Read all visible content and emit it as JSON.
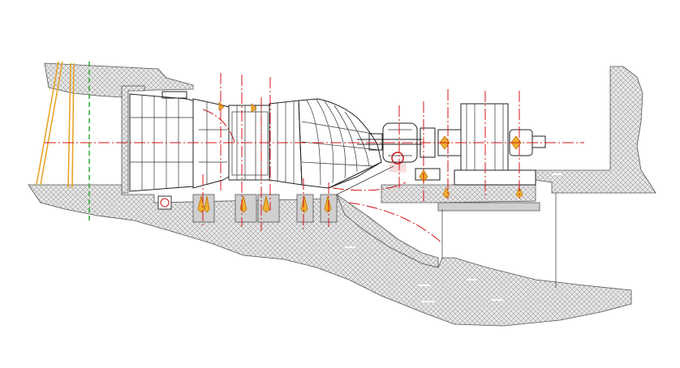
{
  "drawing": {
    "colors": {
      "concrete": "#c8c8c8",
      "hatch_line": "#9a9a9a",
      "axis_red": "#d4141a",
      "axis_green": "#1aa52a",
      "anchor_orange": "#f0b030"
    },
    "components": [
      "intake-trash-rack",
      "suction-bell-inlet",
      "inlet-cone",
      "pump-casing",
      "guide-vane-section",
      "elbow-discharge",
      "pump-shaft-coupling",
      "reducer-gearbox",
      "motor",
      "anchor-bolts",
      "concrete-foundation"
    ]
  }
}
